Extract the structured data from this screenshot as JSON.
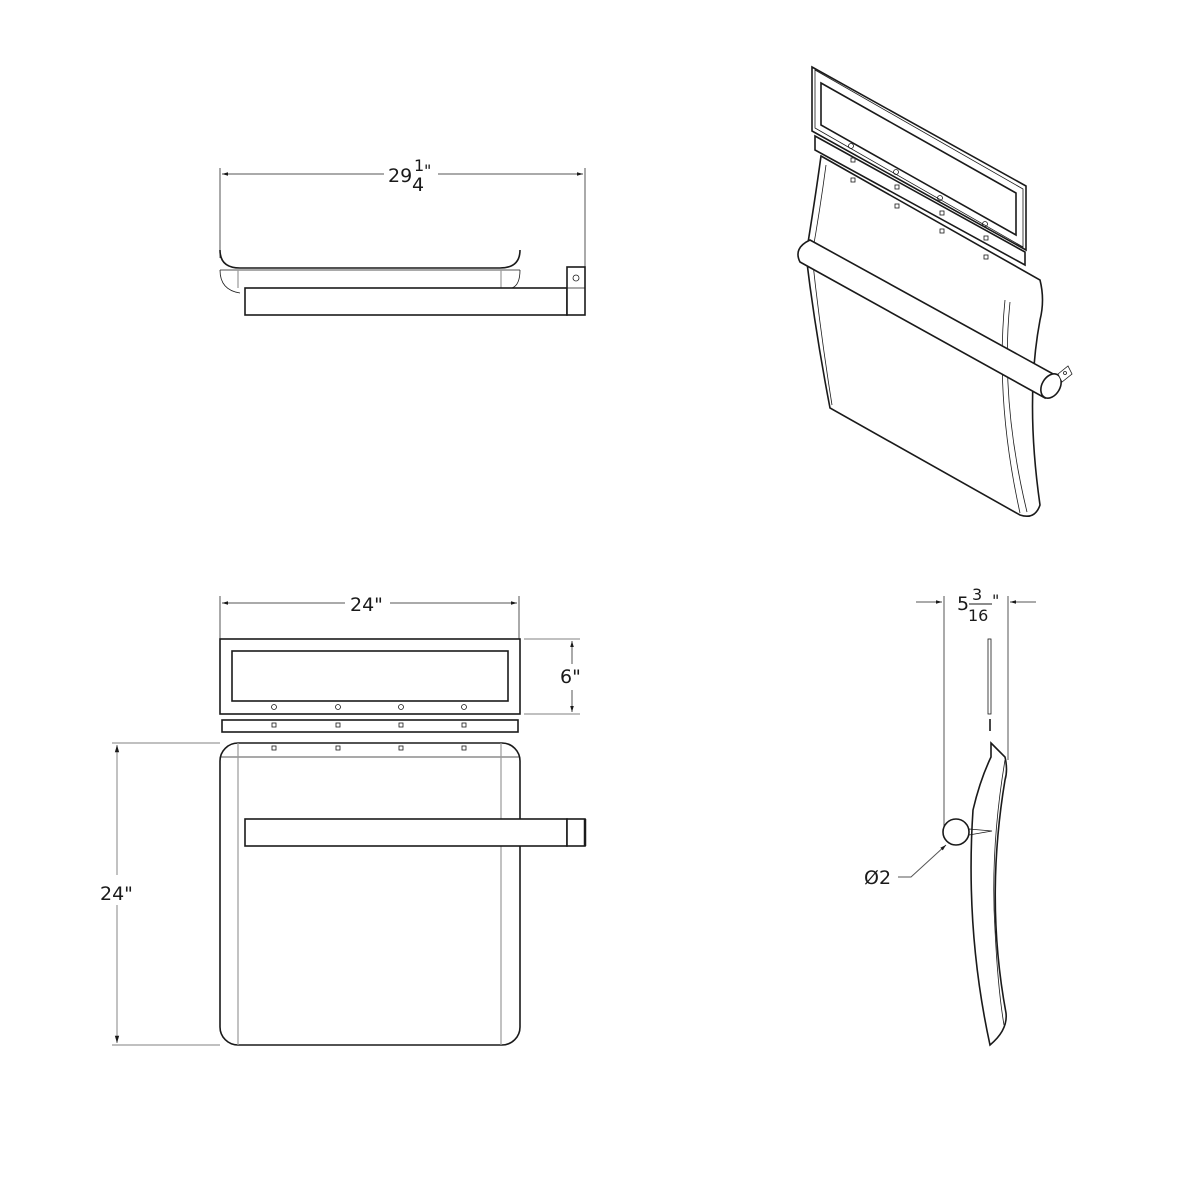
{
  "drawing": {
    "views": {
      "top": {
        "label": "top-view",
        "overall_width": {
          "whole": "29",
          "numerator": "1",
          "denominator": "4",
          "unit": "\""
        }
      },
      "isometric": {
        "label": "isometric-view",
        "bolt_holes_round": 4,
        "bolt_holes_square_rows": 2
      },
      "front": {
        "label": "front-view",
        "width": "24\"",
        "header_height": "6\"",
        "height": "24\"",
        "round_holes": 4,
        "square_holes_per_row": 4
      },
      "side": {
        "label": "side-view",
        "depth": {
          "whole": "5",
          "numerator": "3",
          "denominator": "16",
          "unit": "\""
        },
        "bar_diameter": "Ø2"
      }
    },
    "colors": {
      "line": "#1a1a1a",
      "dimension_line": "#555555",
      "hidden_line": "#9a9a9a",
      "background": "#ffffff"
    }
  }
}
